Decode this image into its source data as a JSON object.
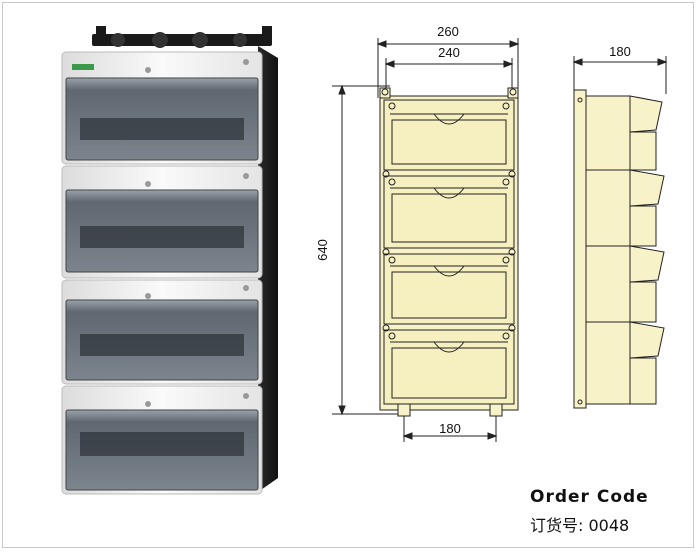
{
  "dimensions": {
    "overall_width": "260",
    "inner_width": "240",
    "depth": "180",
    "height": "640",
    "mount_spacing": "180"
  },
  "order_code": {
    "title": "Order Code",
    "number_text": "订货号: 0048"
  },
  "product": {
    "module_count": 4,
    "colors": {
      "housing": "#f2f2f2",
      "cover_tint": "#6c7680",
      "drawing_fill": "#f8f2c8",
      "line": "#222222"
    }
  }
}
